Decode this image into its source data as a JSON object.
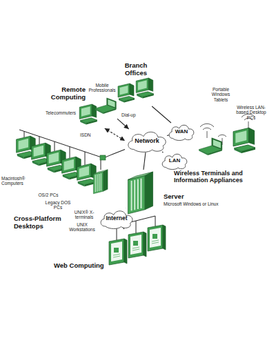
{
  "diagram": {
    "nodes": [
      {
        "text": [
          "Branch Offices"
        ]
      },
      {
        "text": [
          "Remote Computing"
        ]
      },
      {
        "text": [
          "WAN"
        ]
      },
      {
        "text": [
          "Network"
        ]
      },
      {
        "text": [
          "LAN"
        ]
      },
      {
        "text": [
          "Wireless Terminals and Information Appliances"
        ]
      },
      {
        "text": [
          "Cross-Platform Desktops"
        ]
      },
      {
        "text": [
          "Server",
          "Microsoft Windows or Linux"
        ]
      },
      {
        "text": [
          "Internet"
        ]
      },
      {
        "text": [
          "Web Computing"
        ]
      }
    ],
    "edges": [
      {
        "from": 0,
        "to": 2,
        "arrow": "none"
      },
      {
        "from": 2,
        "to": 3,
        "arrow": "none"
      },
      {
        "from": 1,
        "to": 3,
        "label": "Dial-up",
        "arrow": "to"
      },
      {
        "from": 1,
        "to": 3,
        "label": "ISDN",
        "arrow": "both"
      },
      {
        "from": 3,
        "to": 4,
        "arrow": "none"
      },
      {
        "from": 3,
        "to": 7,
        "arrow": "none"
      },
      {
        "from": 6,
        "to": 3,
        "arrow": "none"
      },
      {
        "from": 7,
        "to": 8,
        "arrow": "none"
      },
      {
        "from": 8,
        "to": 9,
        "arrow": "none"
      }
    ],
    "labels": [
      "Mobile Professionals",
      "Telecommuters",
      "Portable Windows Tablets",
      "Wireless LAN-based Desktop PCs",
      "Macintosh® Computers",
      "OS/2 PCs",
      "Legacy DOS PCs",
      "UNIX® X-terminals",
      "UNIX Workstations"
    ]
  }
}
